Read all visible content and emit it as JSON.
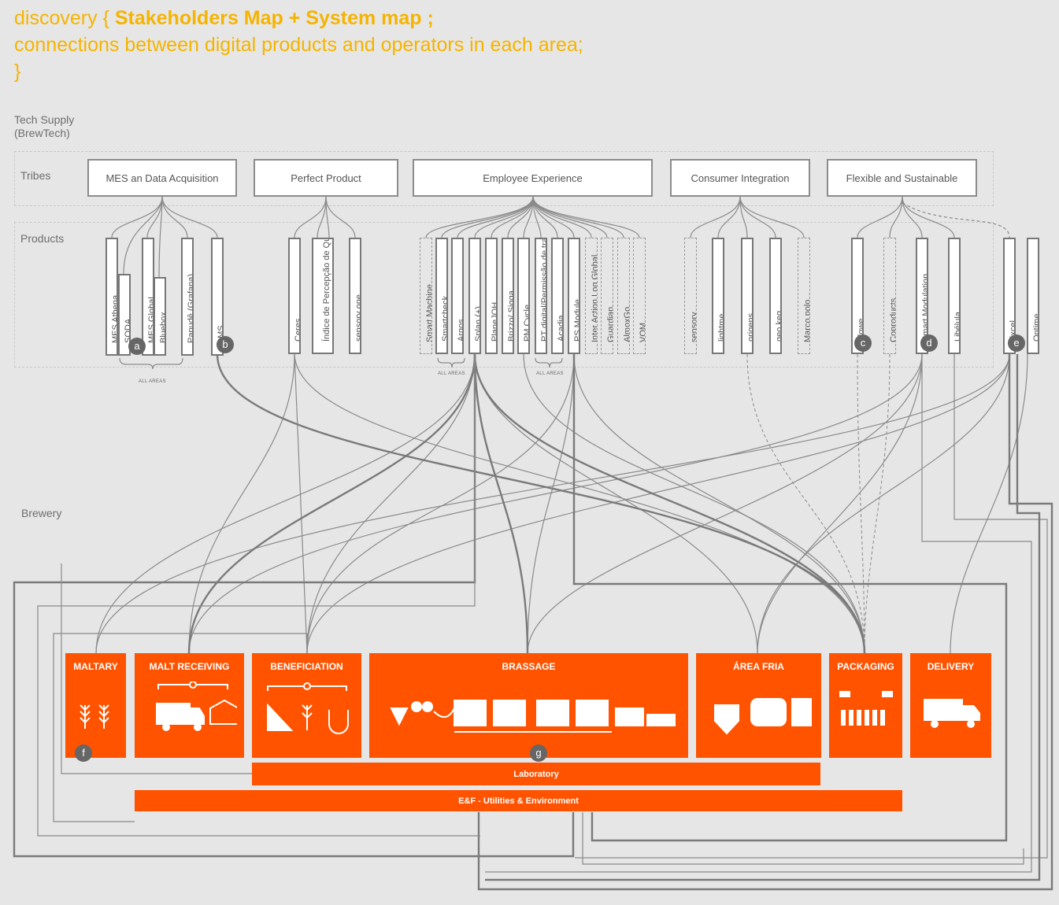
{
  "header": {
    "prefix": "discovery {",
    "title": "Stakeholders Map + System map ;",
    "subtitle": "connections between digital products and operators in each area;",
    "closing": "}"
  },
  "sections": {
    "tech_supply": "Tech Supply",
    "tech_supply_sub": "(BrewTech)",
    "tribes": "Tribes",
    "products": "Products",
    "brewery": "Brewery"
  },
  "tribes": [
    "MES an Data Acquisition",
    "Perfect Product",
    "Employee Experience",
    "Consumer Integration",
    "Flexible and Sustainable"
  ],
  "products": {
    "mes": [
      "MES Athena",
      "SODA",
      "MES Global",
      "Bluebox",
      "Papudê (Grafana)",
      "LMS"
    ],
    "perfect": [
      "Ceres",
      "Índice de Percepção de Qualidade",
      "sensory one"
    ],
    "employee": [
      "Smart Machine...",
      "Smartcheck",
      "Argos",
      "Splan (+)",
      "PlaneJOH",
      "Brizzo/ Sigga",
      "PM Cycle",
      "PT digital/Permissão de trabalho",
      "Acadia",
      "PS Module",
      "Inter Action Log Global...",
      "Guardian...",
      "AlmoxGo...",
      "VOM..."
    ],
    "consumer": [
      "sensory...",
      "lightme",
      "origens",
      "geo.keg",
      "Marco polo..."
    ],
    "flexible": [
      "Flowe",
      "Coproducts",
      "Smart Modulation",
      "Libélula"
    ],
    "other": [
      "Excel",
      "Ontime"
    ]
  },
  "badges": [
    "a",
    "b",
    "c",
    "d",
    "e",
    "f",
    "g"
  ],
  "brace_labels": [
    "ALL AREAS",
    "ALL AREAS"
  ],
  "areas": [
    "MALTARY",
    "MALT RECEIVING",
    "BENEFICIATION",
    "BRASSAGE",
    "ÁREA FRIA",
    "PACKAGING",
    "DELIVERY"
  ],
  "bars": {
    "laboratory": "Laboratory",
    "utilities": "E&F - Utilities & Environment"
  },
  "colors": {
    "accent": "#f5b400",
    "area": "#ff5300",
    "line": "#7a7a7a",
    "background": "#e6e6e6"
  }
}
